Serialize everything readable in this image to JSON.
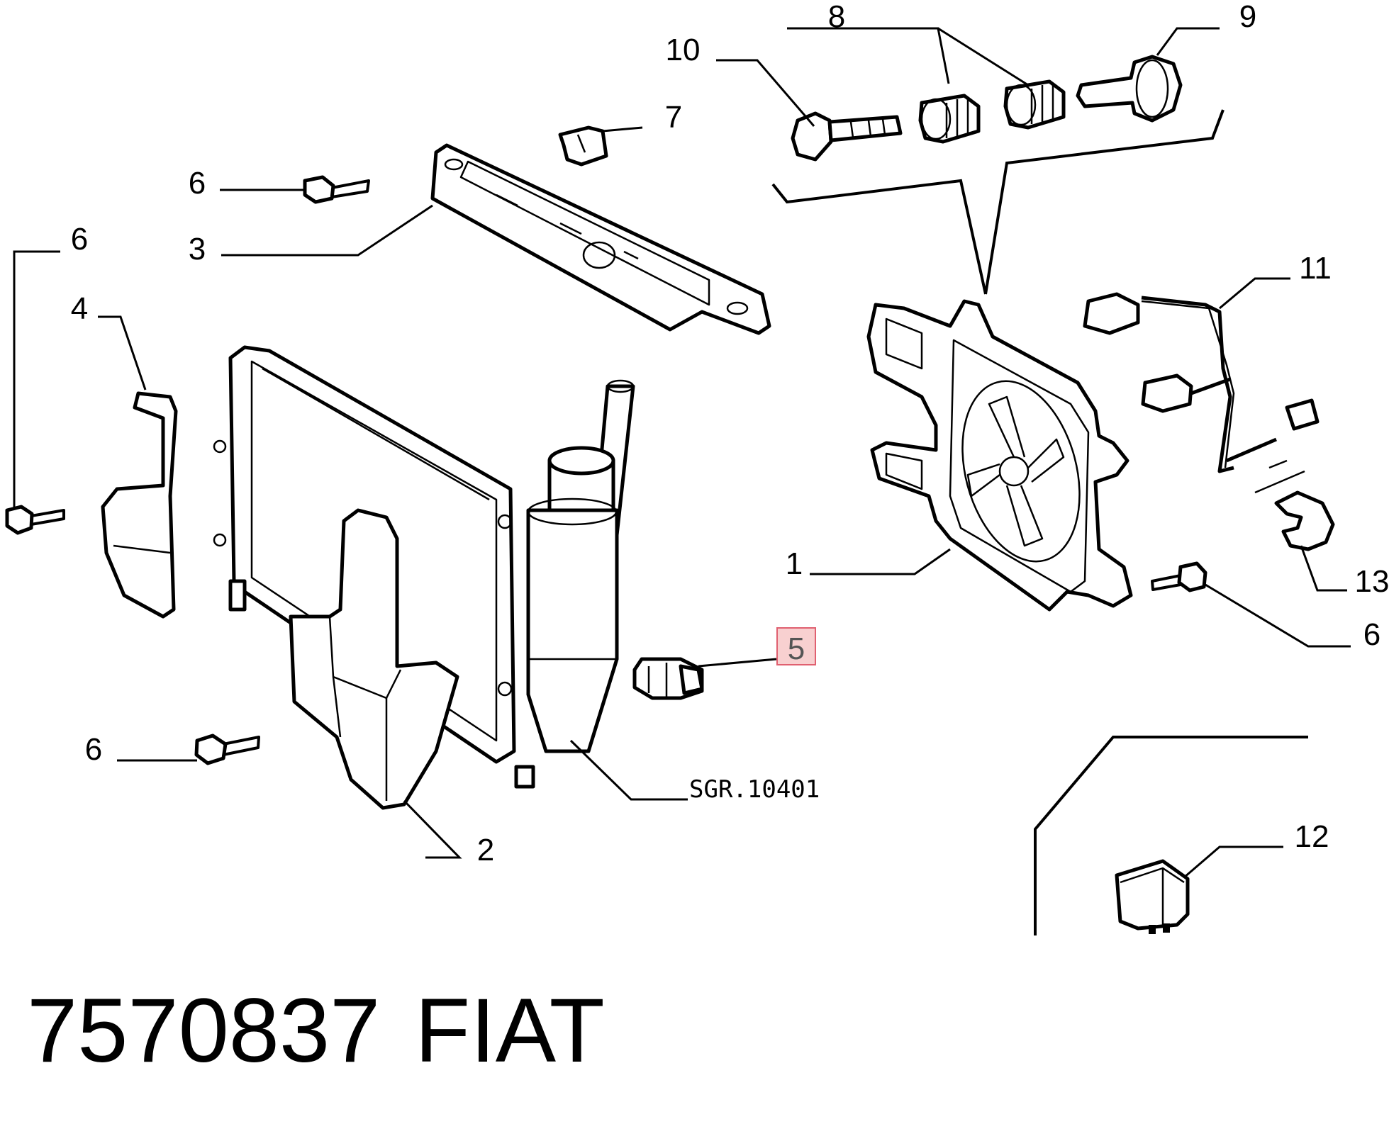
{
  "diagram": {
    "part_number": "7570837",
    "brand": "FIAT",
    "reference_code": "SGR.10401",
    "highlight_color": "#f8d0d0",
    "highlight_border": "#e06070",
    "callouts": {
      "c1": "1",
      "c2": "2",
      "c3": "3",
      "c4": "4",
      "c5": "5",
      "c6a": "6",
      "c6b": "6",
      "c6c": "6",
      "c6d": "6",
      "c7": "7",
      "c8": "8",
      "c9": "9",
      "c10": "10",
      "c11": "11",
      "c12": "12",
      "c13": "13"
    }
  }
}
